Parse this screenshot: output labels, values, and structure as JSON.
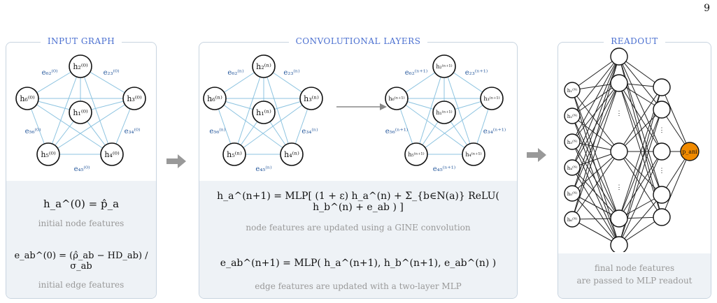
{
  "page_number": "9",
  "panels": {
    "input": {
      "title": "INPUT GRAPH",
      "eq1": "h_a^(0) = p̂_a",
      "cap1": "initial node features",
      "eq2": "e_ab^(0) = (ρ̂_ab − HD_ab) / σ_ab",
      "cap2": "initial edge features"
    },
    "conv": {
      "title": "CONVOLUTIONAL LAYERS",
      "eq1": "h_a^(n+1) = MLP[ (1 + ε) h_a^(n) + Σ_{b∈N(a)} ReLU( h_b^(n) + e_ab ) ]",
      "cap1": "node features are updated using a GINE convolution",
      "eq2": "e_ab^(n+1) = MLP( h_a^(n+1), h_b^(n+1), e_ab^(n) )",
      "cap2": "edge features are updated with a two-layer MLP"
    },
    "readout": {
      "title": "READOUT",
      "cap_line1": "final node features",
      "cap_line2": "are passed to MLP readout",
      "output_label": "p_ani"
    }
  },
  "graph_labels": {
    "input_nodes": [
      "h₂⁽⁰⁾",
      "h₆⁽⁰⁾",
      "h₁⁽⁰⁾",
      "h₃⁽⁰⁾",
      "h₅⁽⁰⁾",
      "h₄⁽⁰⁾"
    ],
    "input_edges": [
      "e₆₂⁽⁰⁾",
      "e₂₃⁽⁰⁾",
      "e₅₆⁽⁰⁾",
      "e₃₄⁽⁰⁾",
      "e₄₅⁽⁰⁾"
    ],
    "layer_n_nodes": [
      "h₂⁽ⁿ⁾",
      "h₆⁽ⁿ⁾",
      "h₁⁽ⁿ⁾",
      "h₃⁽ⁿ⁾",
      "h₅⁽ⁿ⁾",
      "h₄⁽ⁿ⁾"
    ],
    "layer_n_edges": [
      "e₆₂⁽ⁿ⁾",
      "e₂₃⁽ⁿ⁾",
      "e₅₆⁽ⁿ⁾",
      "e₃₄⁽ⁿ⁾",
      "e₄₅⁽ⁿ⁾"
    ],
    "layer_n1_nodes": [
      "h₂⁽ⁿ⁺¹⁾",
      "h₆⁽ⁿ⁺¹⁾",
      "h₁⁽ⁿ⁺¹⁾",
      "h₃⁽ⁿ⁺¹⁾",
      "h₅⁽ⁿ⁺¹⁾",
      "h₄⁽ⁿ⁺¹⁾"
    ],
    "layer_n1_edges": [
      "e₆₂⁽ⁿ⁺¹⁾",
      "e₂₃⁽ⁿ⁺¹⁾",
      "e₅₆⁽ⁿ⁺¹⁾",
      "e₃₄⁽ⁿ⁺¹⁾",
      "e₄₅⁽ⁿ⁺¹⁾"
    ],
    "readout_inputs": [
      "h₁⁽ᴺ⁾",
      "h₂⁽ᴺ⁾",
      "h₃⁽ᴺ⁾",
      "h₄⁽ᴺ⁾",
      "h₅⁽ᴺ⁾",
      "h₆⁽ᴺ⁾"
    ]
  },
  "colors": {
    "panel_border": "#c8d4e0",
    "panel_fill": "#eef2f6",
    "title": "#4a6fd0",
    "edge": "#8cc3e0",
    "edge_label": "#2f5fa0",
    "output_node": "#f08a00",
    "arrow": "#999999"
  }
}
